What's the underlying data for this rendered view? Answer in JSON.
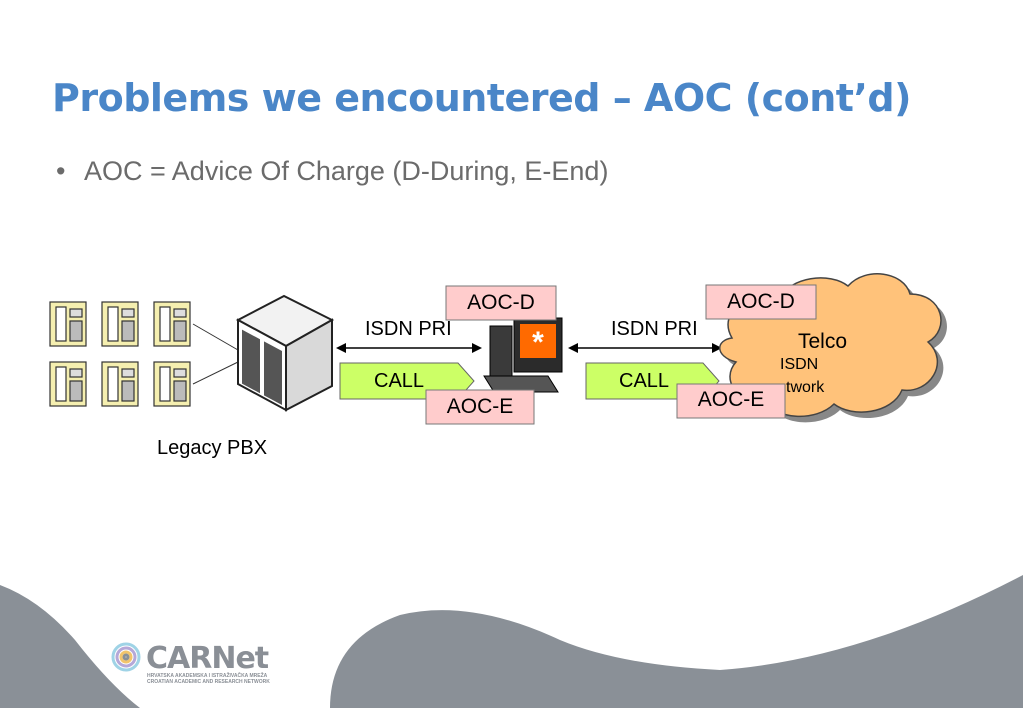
{
  "slide": {
    "title": "Problems we encountered – AOC (cont’d)",
    "bullet_mark": "•",
    "bullet": "AOC = Advice Of Charge (D-During, E-End)"
  },
  "diagram": {
    "pbx_label": "Legacy PBX",
    "link1_label": "ISDN PRI",
    "link2_label": "ISDN PRI",
    "call1_label": "CALL",
    "call2_label": "CALL",
    "aocd1_label": "AOC-D",
    "aoce1_label": "AOC-E",
    "aocd2_label": "AOC-D",
    "aoce2_label": "AOC-E",
    "cloud_title": "Telco",
    "cloud_line1": "ISDN",
    "cloud_line2": "twork"
  },
  "logo": {
    "name": "CARNet",
    "tagline1": "HRVATSKA AKADEMSKA I ISTRAŽIVAČKA MREŽA",
    "tagline2": "CROATIAN ACADEMIC AND RESEARCH NETWORK"
  },
  "colors": {
    "title": "#4a86c8",
    "call_arrow": "#ccff66",
    "tag_fill": "#ffcccc",
    "cloud_fill": "#ffc27a",
    "footer_gray": "#8a9097"
  }
}
